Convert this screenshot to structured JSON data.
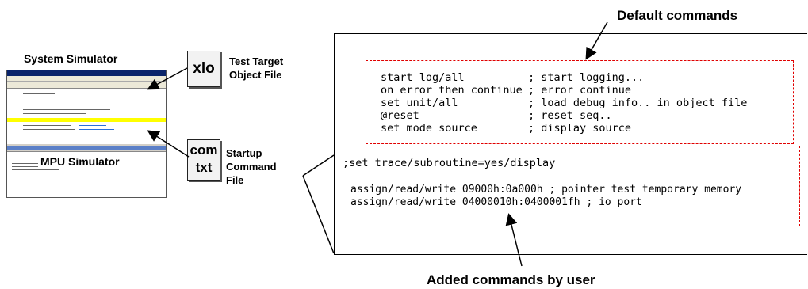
{
  "labels": {
    "default_commands": "Default commands",
    "added_commands": "Added commands by user",
    "system_simulator": "System Simulator",
    "mpu_simulator": "MPU Simulator",
    "test_target": "Test Target",
    "object_file": "Object File",
    "startup": "Startup",
    "command": "Command",
    "file": "File"
  },
  "icons": {
    "xlo": "xlo",
    "com": "com",
    "txt": "txt"
  },
  "default_commands": [
    {
      "cmd": "start log/all",
      "comment": "; start logging..."
    },
    {
      "cmd": "on error then continue",
      "comment": "; error continue"
    },
    {
      "cmd": "set unit/all",
      "comment": "; load debug info.. in object file"
    },
    {
      "cmd": "@reset",
      "comment": "; reset seq.."
    },
    {
      "cmd": "set mode source",
      "comment": "; display source"
    }
  ],
  "added_commands": [
    ";set trace/subroutine=yes/display",
    "assign/read/write 09000h:0a000h ; pointer test temporary memory",
    "assign/read/write 04000010h:0400001fh ; io port"
  ],
  "colors": {
    "dashed_box": "#e00000",
    "highlight": "#ffff00"
  }
}
